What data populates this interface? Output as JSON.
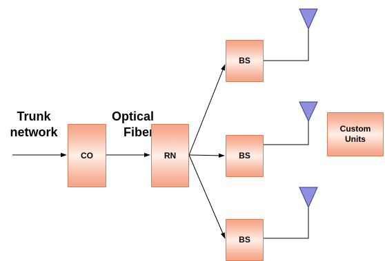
{
  "labels": {
    "trunk_network": "Trunk\nnetwork",
    "optical_fiber": "Optical\nFiber"
  },
  "nodes": {
    "co": "CO",
    "rn": "RN",
    "bs_top": "BS",
    "bs_middle": "BS",
    "bs_bottom": "BS",
    "custom_units": "Custom\nUnits"
  },
  "colors": {
    "node_fill": "#f7b399",
    "node_border": "#e07a55",
    "antenna_fill": "#8f8fe0",
    "line": "#000000"
  }
}
